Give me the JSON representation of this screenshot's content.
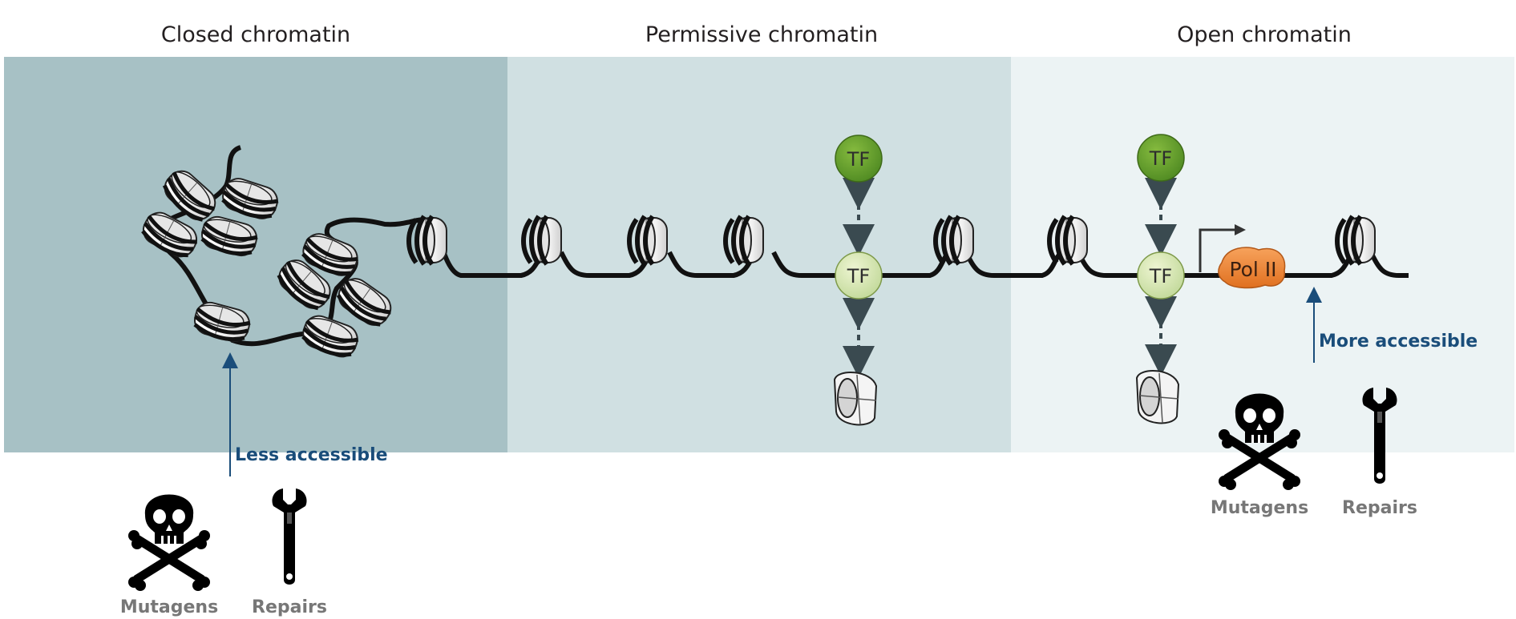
{
  "panels": [
    {
      "title": "Closed chromatin",
      "color": "#a7c1c5"
    },
    {
      "title": "Permissive chromatin",
      "color": "#d0e0e2"
    },
    {
      "title": "Open chromatin",
      "color": "#ecf3f4"
    }
  ],
  "labels": {
    "less_accessible": "Less accessible",
    "more_accessible": "More accessible",
    "tf": "TF",
    "pol": "Pol II"
  },
  "legend": {
    "mutagens": "Mutagens",
    "repairs": "Repairs"
  },
  "icons": [
    "skull-crossbones-icon",
    "wrench-icon",
    "nucleosome-icon",
    "transcription-start-arrow-icon"
  ],
  "colors": {
    "tf_dark": "#6a9e2c",
    "tf_light": "#d6e6ad",
    "pol": "#f28a3a",
    "accent_arrow": "#1a4d7a",
    "dna": "#111111"
  }
}
